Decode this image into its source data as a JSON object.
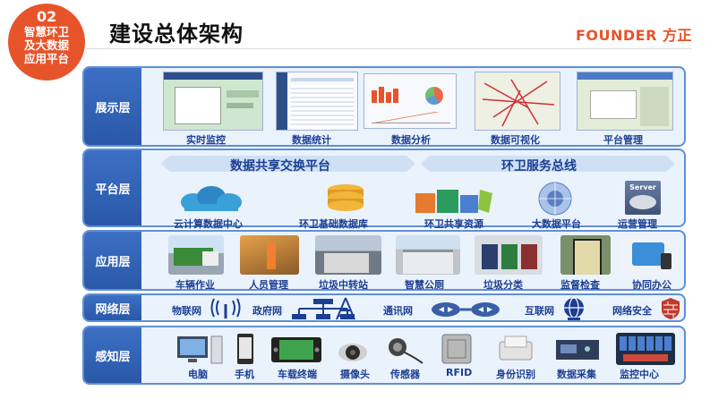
{
  "badge": {
    "number": "02",
    "line1": "智慧环卫",
    "line2": "及大数据",
    "line3": "应用平台"
  },
  "title": "建设总体架构",
  "logo": "FOUNDER 方正",
  "layers": {
    "display": {
      "label": "展示层",
      "items": [
        "实时监控",
        "数据统计",
        "数据分析",
        "数据可视化",
        "平台管理"
      ]
    },
    "platform": {
      "label": "平台层",
      "exchange": "数据共享交换平台",
      "bus": "环卫服务总线",
      "items": [
        "云计算数据中心",
        "环卫基础数据库",
        "环卫共享资源",
        "大数据平台",
        "运营管理"
      ],
      "server_text": "Server"
    },
    "application": {
      "label": "应用层",
      "items": [
        "车辆作业",
        "人员管理",
        "垃圾中转站",
        "智慧公厕",
        "垃圾分类",
        "监督检查",
        "协同办公"
      ]
    },
    "network": {
      "label": "网络层",
      "items": [
        "物联网",
        "政府网",
        "通讯网",
        "互联网",
        "网络安全"
      ]
    },
    "sensing": {
      "label": "感知层",
      "items": [
        "电脑",
        "手机",
        "车载终端",
        "摄像头",
        "传感器",
        "RFID",
        "身份识别",
        "数据采集",
        "监控中心"
      ]
    }
  },
  "colors": {
    "accent": "#e8542a",
    "layer_label": "#2a58a8",
    "layer_bg": "#eaf2fc",
    "caption": "#1c3f93"
  }
}
